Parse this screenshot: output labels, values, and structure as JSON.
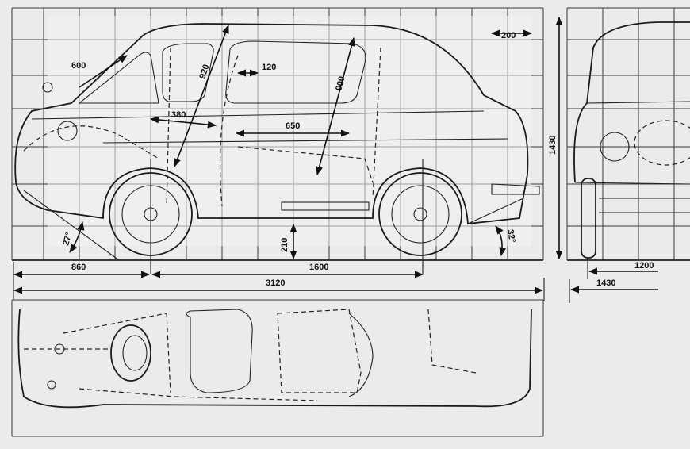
{
  "drawing": {
    "subject": "car",
    "views": [
      "side",
      "front",
      "top"
    ],
    "side_dimensions": {
      "roof_overhang": "200",
      "windshield": "600",
      "front_headroom": "920",
      "door_pillar": "120",
      "rear_headroom": "900",
      "front_legroom": "380",
      "rear_legroom": "650",
      "approach_angle": "27°",
      "ground_clearance": "210",
      "departure_angle": "32°",
      "front_overhang": "860",
      "wheelbase": "1600",
      "overall_length": "3120"
    },
    "front_dimensions": {
      "height": "1430",
      "track": "1200",
      "width": "1430"
    }
  }
}
